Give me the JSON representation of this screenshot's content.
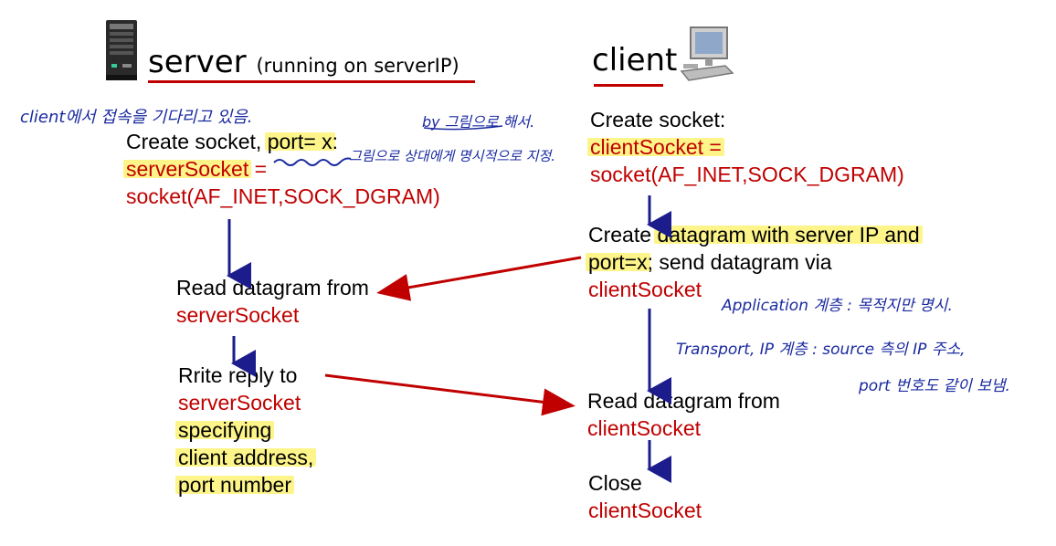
{
  "server": {
    "title": "server",
    "subtitle": "(running on serverIP)",
    "step1": {
      "line1_pre": "Create socket, ",
      "line1_hl": "port= x",
      "line1_post": ":",
      "line2_var": "serverSocket",
      "line2_eq": " =",
      "line3": "socket(AF_INET,SOCK_DGRAM)"
    },
    "step2": {
      "line1": "Read datagram from",
      "line2": "serverSocket"
    },
    "step3": {
      "line1": "Rrite reply to",
      "line2": "serverSocket",
      "line3": "specifying",
      "line4": "client address,",
      "line5": "port number"
    }
  },
  "client": {
    "title": "client",
    "step1": {
      "line1": "Create socket:",
      "line2": "clientSocket =",
      "line3": "socket(AF_INET,SOCK_DGRAM)"
    },
    "step2": {
      "line1_pre": "Create ",
      "line1_hl": "datagram with server IP and",
      "line2_hl": "port=x",
      "line2_post": "; send datagram via",
      "line3": "clientSocket"
    },
    "step3": {
      "line1": "Read datagram from",
      "line2": "clientSocket"
    },
    "step4": {
      "line1": "Close",
      "line2": "clientSocket"
    }
  },
  "annotations": {
    "note1": "client에서 접속을 기다리고 있음.",
    "note2": "by 그림으로 해서.",
    "note3": "그림으로 상대에게 명시적으로 지정.",
    "note4": "Application 계층 : 목적지만 명시.",
    "note5": "Transport, IP 계층 : source 측의 IP 주소,",
    "note6": "port 번호도 같이 보냄."
  },
  "icons": [
    "server-tower-icon",
    "desktop-computer-icon"
  ],
  "colors": {
    "accent_red": "#c00000",
    "arrow_blue": "#1c1c8c",
    "highlight": "#fdf58a",
    "ink": "#1a2aa0"
  }
}
